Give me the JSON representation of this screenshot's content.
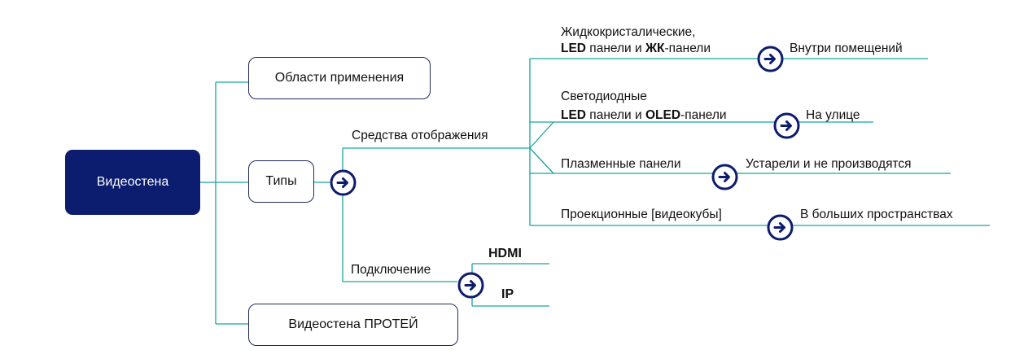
{
  "root": {
    "label": "Видеостена"
  },
  "branches": {
    "areas": "Области применения",
    "types": "Типы",
    "proteus": "Видеостена ПРОТЕЙ"
  },
  "types": {
    "display": "Средства отображения",
    "connection": "Подключение"
  },
  "display_items": [
    {
      "line1": "Жидкокристалические,",
      "b1": "LED",
      "mid": " панели и ",
      "b2": "ЖК",
      "tail": "-панели",
      "result": "Внутри помещений"
    },
    {
      "line1": "Светодиодные",
      "b1": "LED",
      "mid": " панели и ",
      "b2": "OLED",
      "tail": "-панели",
      "result": "На улице"
    },
    {
      "label": "Плазменные панели",
      "result": "Устарели и не производятся"
    },
    {
      "label": "Проекционные [видеокубы]",
      "result": "В больших пространствах"
    }
  ],
  "connection_items": [
    "HDMI",
    "IP"
  ],
  "colors": {
    "line": "#1aa39a",
    "accent": "#0c1c6e",
    "border": "#1f2a5e",
    "text": "#111111"
  },
  "icons": {
    "arrow": "arrow-right-circle-icon"
  }
}
